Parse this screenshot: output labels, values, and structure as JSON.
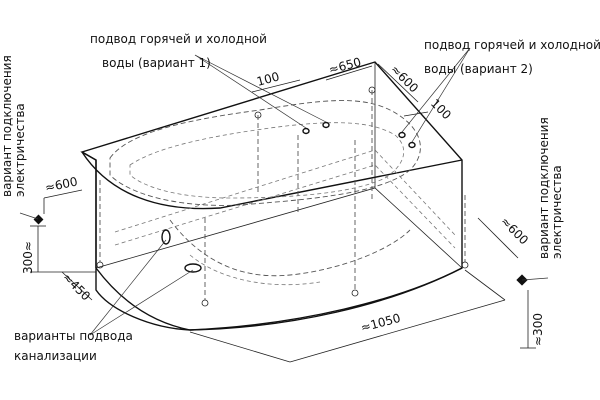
{
  "labels": {
    "water_variant1_line1": "подвод горячей и холодной",
    "water_variant1_line2": "воды (вариант 1)",
    "water_variant2_line1": "подвод горячей и холодной",
    "water_variant2_line2": "воды (вариант 2)",
    "drain_line1": "варианты подвода",
    "drain_line2": "канализации",
    "electric_left_line1": "вариант подключения",
    "electric_left_line2": "электричества",
    "electric_right_line1": "вариант подключения",
    "electric_right_line2": "электричества"
  },
  "dimensions": {
    "d100_left": "100",
    "d650": "≈650",
    "d600_top": "≈600",
    "d100_right": "100",
    "d600_left": "≈600",
    "d300_left": "300≈",
    "d450": "≈450",
    "d1050": "≈1050",
    "d600_right": "≈600",
    "d300_right": "≈300"
  }
}
